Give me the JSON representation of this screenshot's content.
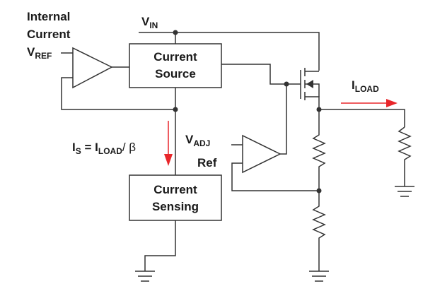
{
  "labels": {
    "internal_current": [
      "Internal",
      "Current"
    ],
    "vref_main": "V",
    "vref_sub": "REF",
    "vin_main": "V",
    "vin_sub": "IN",
    "current_source": [
      "Current",
      "Source"
    ],
    "iload_main": "I",
    "iload_sub": "LOAD",
    "vadj_main": "V",
    "vadj_sub": "ADJ",
    "ref": "Ref",
    "is_main": "I",
    "is_sub": "S",
    "is_eq": " = I",
    "is_load_sub": "LOAD",
    "is_beta": "/ β",
    "current_sensing": [
      "Current",
      "Sensing"
    ]
  },
  "colors": {
    "wire": "#333333",
    "arrow": "#e8262a",
    "text": "#1a1a1a"
  },
  "icons": [
    "op-amp-icon",
    "mosfet-icon",
    "resistor-icon",
    "ground-icon",
    "arrow-icon"
  ]
}
